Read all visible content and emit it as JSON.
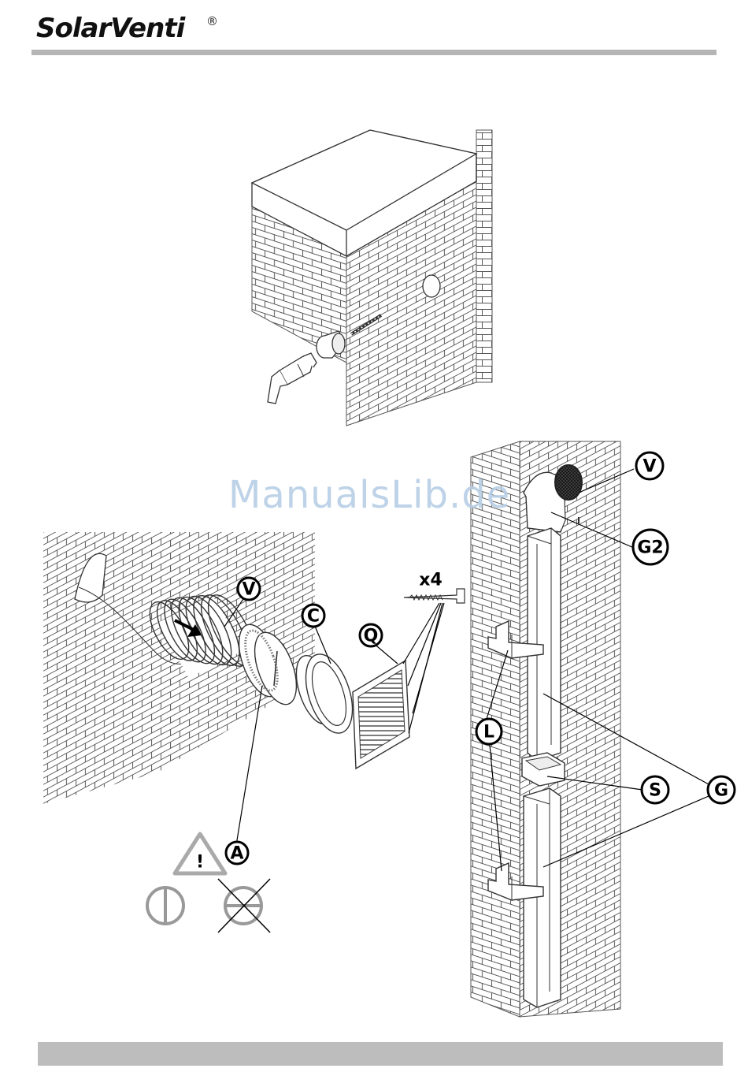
{
  "header": {
    "brand": "SolarVenti",
    "registered": "®"
  },
  "watermark": "ManualsLib.de",
  "screw_count": "x4",
  "labels": {
    "V_outer": "V",
    "G2": "G2",
    "V_hose": "V",
    "C": "C",
    "Q": "Q",
    "A": "A",
    "L": "L",
    "S": "S",
    "G": "G"
  },
  "warning_symbol": "!"
}
